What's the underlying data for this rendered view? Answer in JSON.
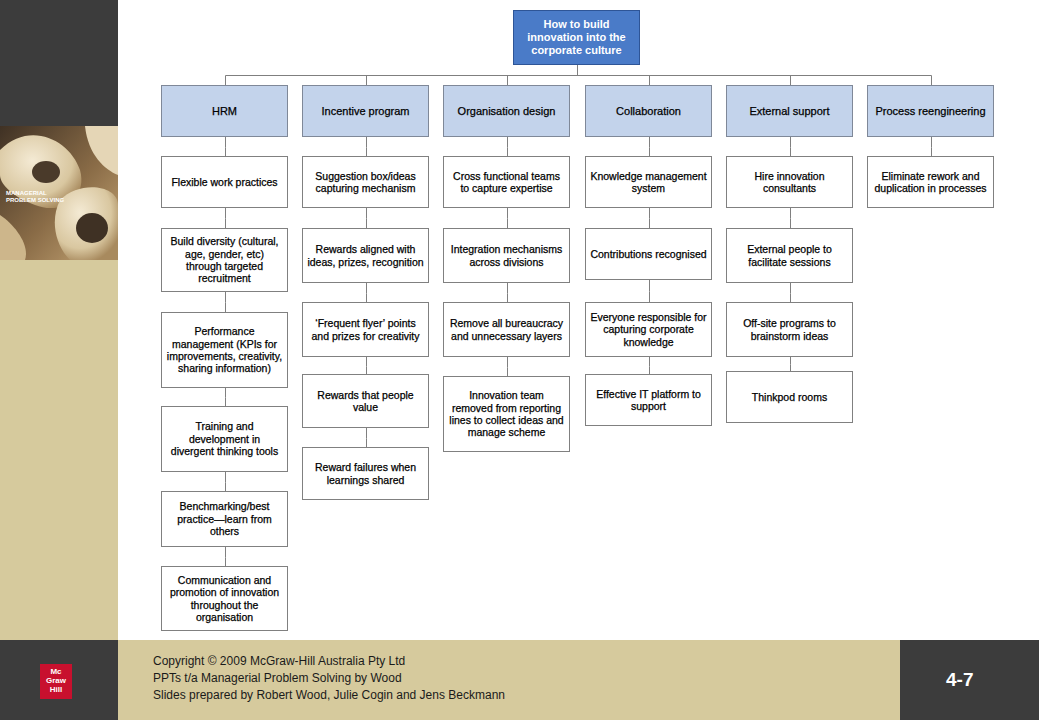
{
  "diagram": {
    "nodes": [
      {
        "text": [
          "How to build innovation into the corporate culture"
        ]
      },
      {
        "text": [
          "HRM"
        ]
      },
      {
        "text": [
          "Incentive program"
        ]
      },
      {
        "text": [
          "Organisation design"
        ]
      },
      {
        "text": [
          "Collaboration"
        ]
      },
      {
        "text": [
          "External support"
        ]
      },
      {
        "text": [
          "Process reengineering"
        ]
      },
      {
        "text": [
          "Flexible work practices"
        ]
      },
      {
        "text": [
          "Build diversity (cultural, age, gender, etc) through targeted recruitment"
        ]
      },
      {
        "text": [
          "Performance management (KPIs for improvements, creativity, sharing information)"
        ]
      },
      {
        "text": [
          "Training and development in divergent thinking tools"
        ]
      },
      {
        "text": [
          "Benchmarking/best practice—learn from others"
        ]
      },
      {
        "text": [
          "Communication and promotion of innovation throughout the organisation"
        ]
      },
      {
        "text": [
          "Suggestion box/ideas capturing mechanism"
        ]
      },
      {
        "text": [
          "Rewards aligned with ideas, prizes, recognition"
        ]
      },
      {
        "text": [
          "‘Frequent flyer’ points and prizes for creativity"
        ]
      },
      {
        "text": [
          "Rewards that people value"
        ]
      },
      {
        "text": [
          "Reward failures when learnings shared"
        ]
      },
      {
        "text": [
          "Cross functional teams to capture expertise"
        ]
      },
      {
        "text": [
          "Integration mechanisms across divisions"
        ]
      },
      {
        "text": [
          "Remove all bureaucracy and unnecessary layers"
        ]
      },
      {
        "text": [
          "Innovation team removed from reporting lines to collect ideas and manage scheme"
        ]
      },
      {
        "text": [
          "Knowledge management system"
        ]
      },
      {
        "text": [
          "Contributions recognised"
        ]
      },
      {
        "text": [
          "Everyone responsible for capturing corporate knowledge"
        ]
      },
      {
        "text": [
          "Effective IT platform to support"
        ]
      },
      {
        "text": [
          "Hire innovation consultants"
        ]
      },
      {
        "text": [
          "External people to facilitate sessions"
        ]
      },
      {
        "text": [
          "Off-site programs to brainstorm ideas"
        ]
      },
      {
        "text": [
          "Thinkpod rooms"
        ]
      },
      {
        "text": [
          "Eliminate rework and duplication in processes"
        ]
      }
    ],
    "edges": [
      {
        "from": 0,
        "to": 1,
        "arrow": "none"
      },
      {
        "from": 0,
        "to": 2,
        "arrow": "none"
      },
      {
        "from": 0,
        "to": 3,
        "arrow": "none"
      },
      {
        "from": 0,
        "to": 4,
        "arrow": "none"
      },
      {
        "from": 0,
        "to": 5,
        "arrow": "none"
      },
      {
        "from": 0,
        "to": 6,
        "arrow": "none"
      },
      {
        "from": 1,
        "to": 7,
        "arrow": "none"
      },
      {
        "from": 7,
        "to": 8,
        "arrow": "none"
      },
      {
        "from": 8,
        "to": 9,
        "arrow": "none"
      },
      {
        "from": 9,
        "to": 10,
        "arrow": "none"
      },
      {
        "from": 10,
        "to": 11,
        "arrow": "none"
      },
      {
        "from": 11,
        "to": 12,
        "arrow": "none"
      },
      {
        "from": 2,
        "to": 13,
        "arrow": "none"
      },
      {
        "from": 13,
        "to": 14,
        "arrow": "none"
      },
      {
        "from": 14,
        "to": 15,
        "arrow": "none"
      },
      {
        "from": 15,
        "to": 16,
        "arrow": "none"
      },
      {
        "from": 16,
        "to": 17,
        "arrow": "none"
      },
      {
        "from": 3,
        "to": 18,
        "arrow": "none"
      },
      {
        "from": 18,
        "to": 19,
        "arrow": "none"
      },
      {
        "from": 19,
        "to": 20,
        "arrow": "none"
      },
      {
        "from": 20,
        "to": 21,
        "arrow": "none"
      },
      {
        "from": 4,
        "to": 22,
        "arrow": "none"
      },
      {
        "from": 22,
        "to": 23,
        "arrow": "none"
      },
      {
        "from": 23,
        "to": 24,
        "arrow": "none"
      },
      {
        "from": 24,
        "to": 25,
        "arrow": "none"
      },
      {
        "from": 5,
        "to": 26,
        "arrow": "none"
      },
      {
        "from": 26,
        "to": 27,
        "arrow": "none"
      },
      {
        "from": 27,
        "to": 28,
        "arrow": "none"
      },
      {
        "from": 28,
        "to": 29,
        "arrow": "none"
      },
      {
        "from": 6,
        "to": 30,
        "arrow": "none"
      }
    ],
    "labels": [
      "MANAGERIAL PROBLEM SOLVING",
      "Mc Graw Hill",
      "Copyright © 2009 McGraw-Hill Australia Pty Ltd",
      "PPTs t/a Managerial Problem Solving by Wood",
      "Slides prepared by Robert Wood, Julie Cogin and Jens Beckmann",
      "4-7"
    ]
  }
}
